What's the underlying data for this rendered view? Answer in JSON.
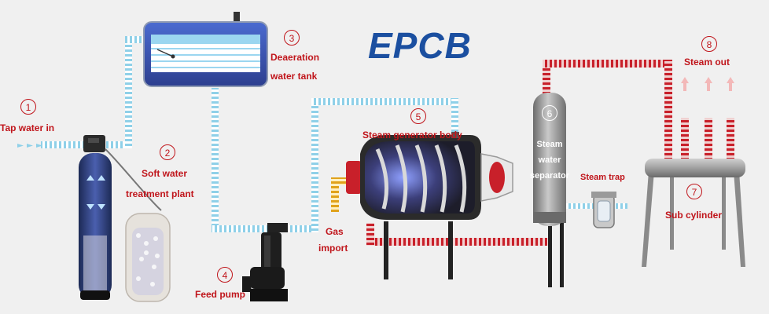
{
  "logo": {
    "text": "EPCB",
    "color": "#1b4fa0"
  },
  "colors": {
    "label": "#c0151b",
    "water_pipe": "#7ec8e3",
    "steam_pipe": "#c0151b",
    "gas_pipe": "#e0a21b"
  },
  "components": [
    {
      "num": "1",
      "lines": [
        "Tap water in"
      ]
    },
    {
      "num": "2",
      "lines": [
        "Soft water",
        "treatment plant"
      ]
    },
    {
      "num": "3",
      "lines": [
        "Deaeration",
        "water tank"
      ]
    },
    {
      "num": "4",
      "lines": [
        "Feed pump"
      ]
    },
    {
      "num": "5",
      "lines": [
        "Steam generator body"
      ]
    },
    {
      "num": "6",
      "lines": [
        "Steam",
        "water",
        "separator"
      ]
    },
    {
      "num": "7",
      "lines": [
        "Sub cylinder"
      ]
    },
    {
      "num": "8",
      "lines": [
        "Steam out"
      ]
    }
  ],
  "extra_labels": {
    "gas": [
      "Gas",
      "import"
    ],
    "steam_trap": "Steam trap"
  }
}
